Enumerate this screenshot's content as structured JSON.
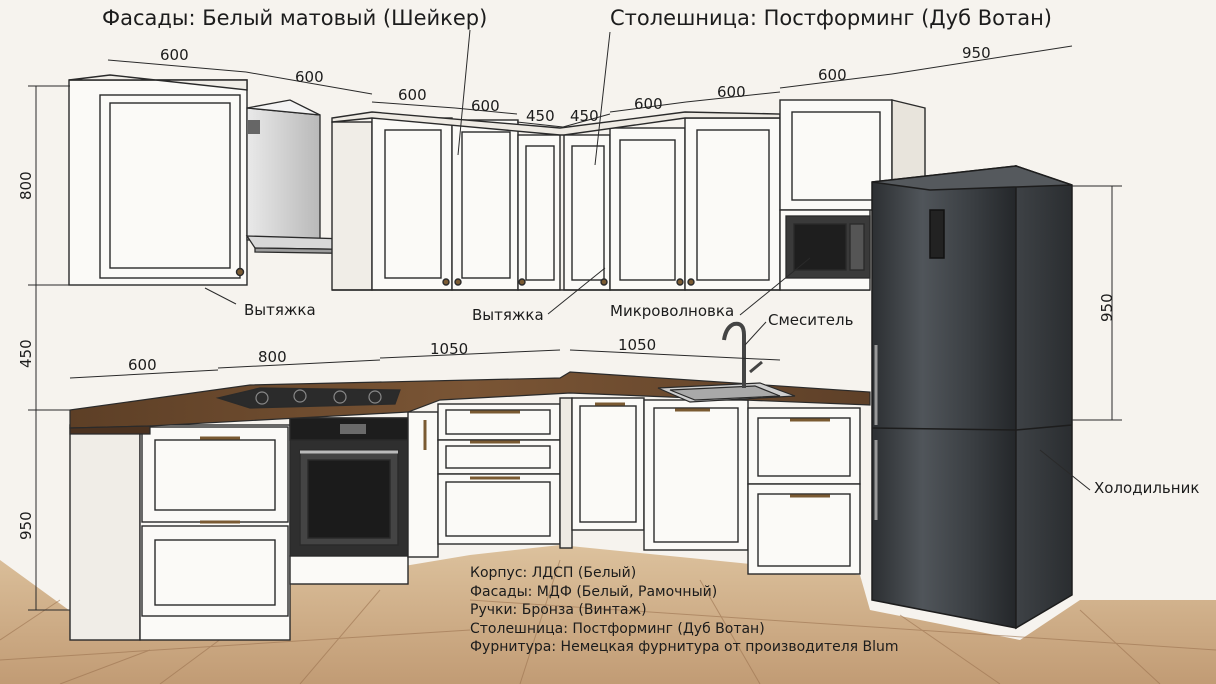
{
  "labels": {
    "facades_title": "Фасады: Белый матовый (Шейкер)",
    "countertop_title": "Столешница: Постформинг (Дуб Вотан)",
    "hood_1": "Вытяжка",
    "hood_2": "Вытяжка",
    "microwave": "Микроволновка",
    "faucet": "Смеситель",
    "fridge": "Холодильник"
  },
  "dimensions": {
    "top_600_a": "600",
    "top_600_b": "600",
    "top_600_c": "600",
    "top_600_d": "600",
    "top_450_a": "450",
    "top_450_b": "450",
    "top_600_e": "600",
    "top_600_f": "600",
    "top_600_g": "600",
    "top_950": "950",
    "counter_600": "600",
    "counter_800": "800",
    "counter_1050_a": "1050",
    "counter_1050_b": "1050",
    "left_800": "800",
    "left_450": "450",
    "left_950": "950",
    "right_950": "950"
  },
  "specs": [
    "Корпус: ЛДСП (Белый)",
    "Фасады: МДФ (Белый, Рамочный)",
    "Ручки: Бронза (Винтаж)",
    "Столешница: Постформинг (Дуб Вотан)",
    "Фурнитура: Немецкая фурнитура от производителя Blum"
  ],
  "colors": {
    "cabinet_white": "#fbfaf7",
    "line": "#2a2a2a",
    "countertop_oak": "#6b4a2e",
    "floor_wood": "#c9a47c",
    "fridge_dark": "#3a3d40",
    "oven_dark": "#2b2b2b"
  }
}
